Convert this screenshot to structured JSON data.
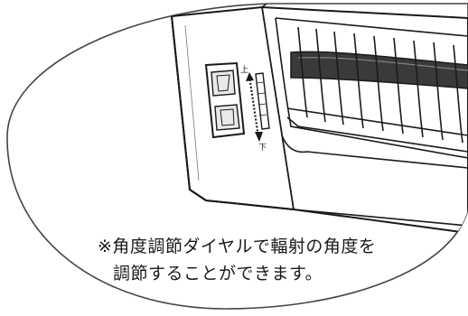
{
  "caption": {
    "line1": "※角度調節ダイヤルで輻射の角度を",
    "line2": "調節することができます。"
  },
  "dial": {
    "top_mark": "上",
    "bottom_mark": "下"
  },
  "colors": {
    "line": "#1a1a1a",
    "heater_body": "#ffffff",
    "heating_element": "#3a3a3a",
    "background": "#ffffff"
  }
}
